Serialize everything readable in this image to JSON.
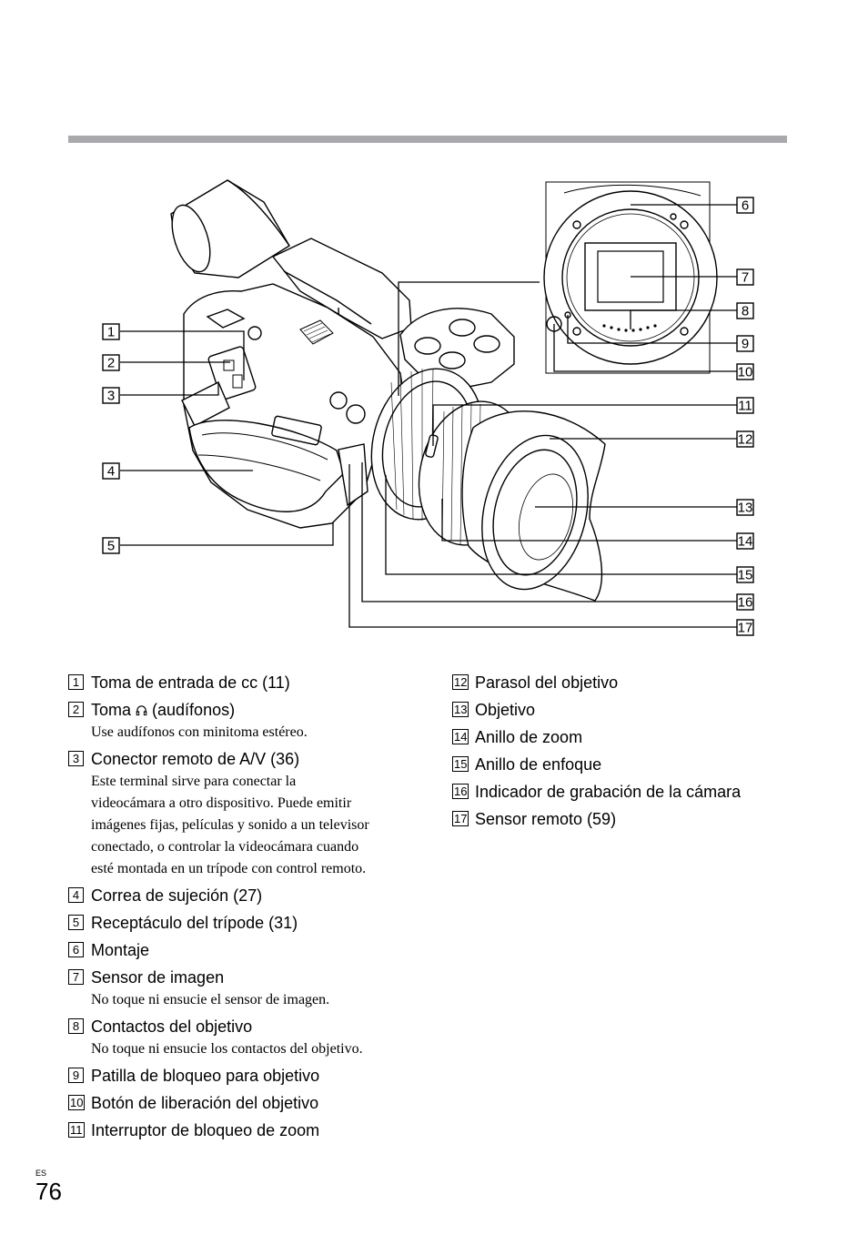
{
  "page": {
    "language_tag": "ES",
    "number": "76"
  },
  "callouts": [
    "1",
    "2",
    "3",
    "4",
    "5",
    "6",
    "7",
    "8",
    "9",
    "10",
    "11",
    "12",
    "13",
    "14",
    "15",
    "16",
    "17"
  ],
  "items_left": [
    {
      "num": "1",
      "title": "Toma de entrada de cc (11)",
      "note": ""
    },
    {
      "num": "2",
      "title_pre": "Toma ",
      "title_post": " (audífonos)",
      "icon": "headphones-icon",
      "note": "Use audífonos con minitoma estéreo."
    },
    {
      "num": "3",
      "title": "Conector remoto de A/V (36)",
      "note": "Este terminal sirve para conectar la videocámara a otro dispositivo. Puede emitir imágenes fijas, películas y sonido a un televisor conectado, o controlar la videocámara cuando esté montada en un trípode con control remoto."
    },
    {
      "num": "4",
      "title": "Correa de sujeción (27)",
      "note": ""
    },
    {
      "num": "5",
      "title": "Receptáculo del trípode (31)",
      "note": ""
    },
    {
      "num": "6",
      "title": "Montaje",
      "note": ""
    },
    {
      "num": "7",
      "title": "Sensor de imagen",
      "note": "No toque ni ensucie el sensor de imagen."
    },
    {
      "num": "8",
      "title": "Contactos del objetivo",
      "note": "No toque ni ensucie los contactos del objetivo."
    },
    {
      "num": "9",
      "title": "Patilla de bloqueo para objetivo",
      "note": ""
    },
    {
      "num": "10",
      "title": "Botón de liberación del objetivo",
      "note": ""
    },
    {
      "num": "11",
      "title": "Interruptor de bloqueo de zoom",
      "note": ""
    }
  ],
  "items_right": [
    {
      "num": "12",
      "title": "Parasol del objetivo"
    },
    {
      "num": "13",
      "title": "Objetivo"
    },
    {
      "num": "14",
      "title": "Anillo de zoom"
    },
    {
      "num": "15",
      "title": "Anillo de enfoque"
    },
    {
      "num": "16",
      "title": "Indicador de grabación de la cámara"
    },
    {
      "num": "17",
      "title": "Sensor remoto (59)"
    }
  ]
}
